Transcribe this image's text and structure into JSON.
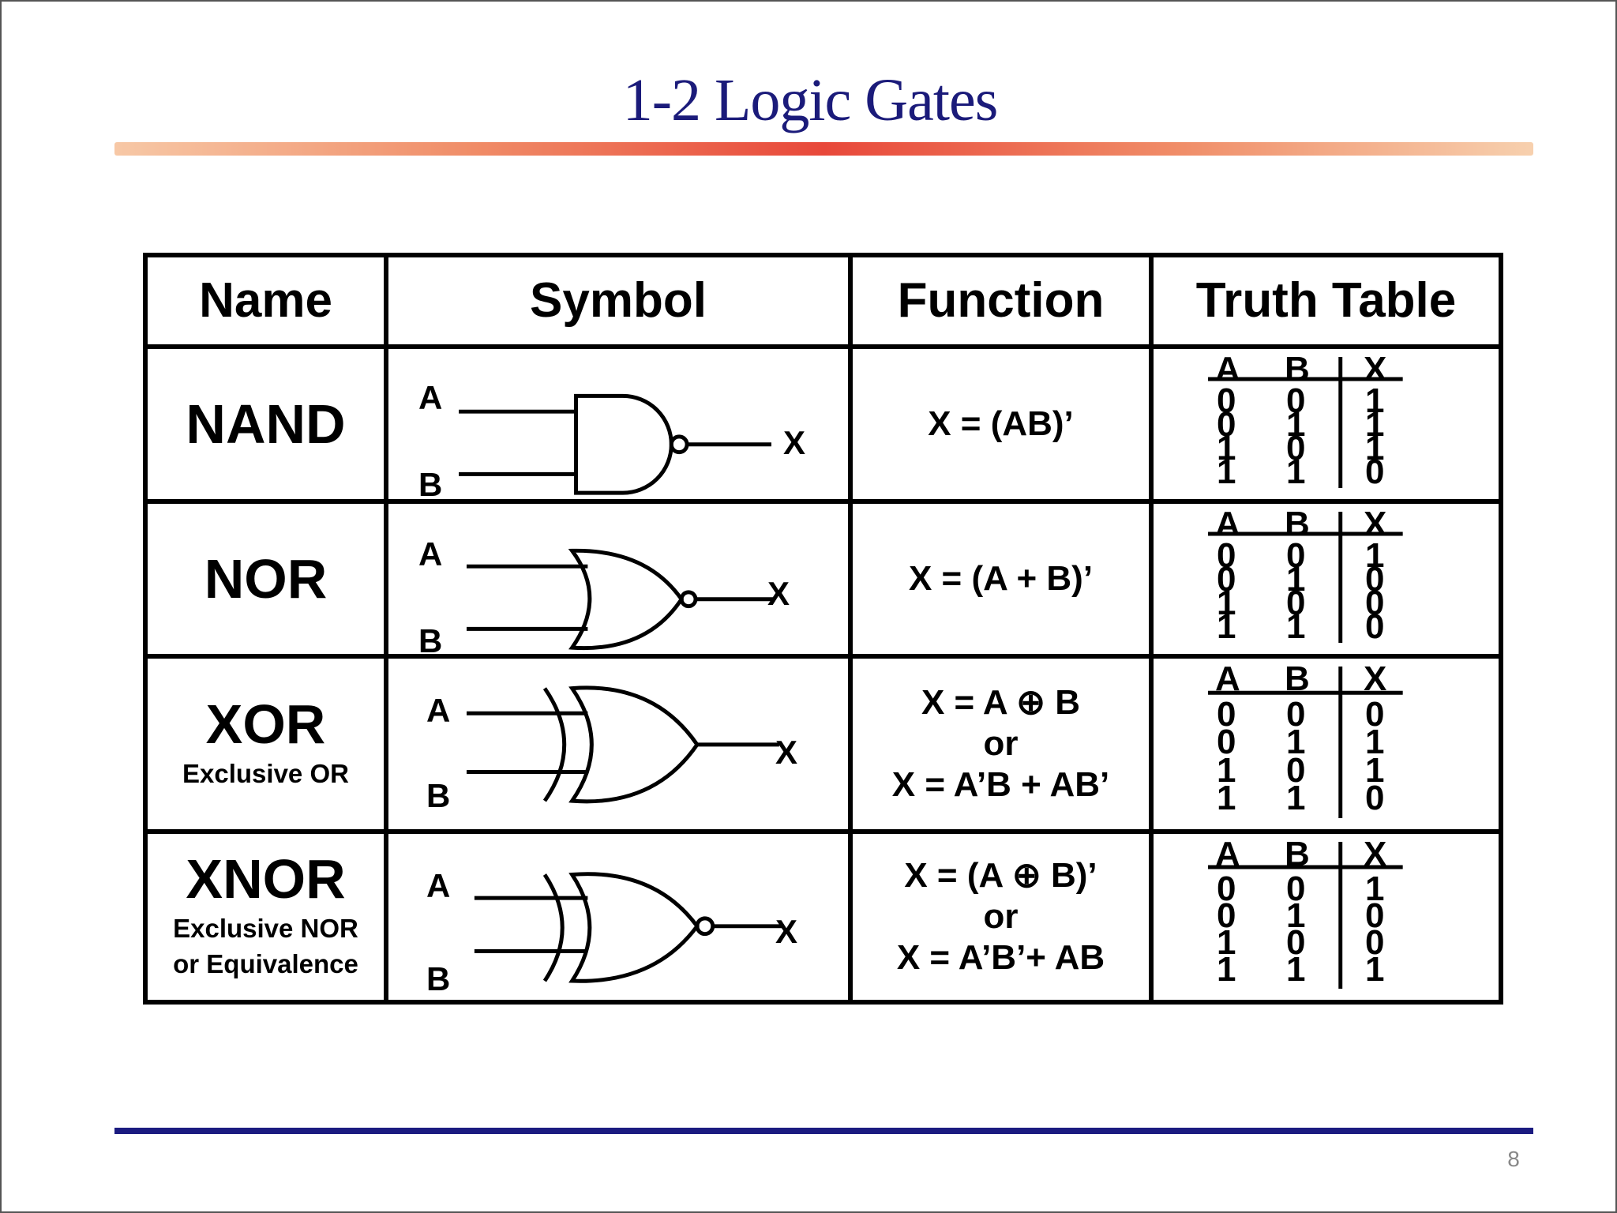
{
  "slide": {
    "title": "1-2 Logic Gates",
    "page_number": "8"
  },
  "table": {
    "headers": [
      "Name",
      "Symbol",
      "Function",
      "Truth Table"
    ],
    "rows": [
      {
        "name": "NAND",
        "subtitle": "",
        "symbol_icon": "nand-gate-icon",
        "input_a": "A",
        "input_b": "B",
        "output": "X",
        "function_lines": [
          "X = (AB)’"
        ],
        "truth_header": [
          "A",
          "B",
          "X"
        ],
        "truth_rows": [
          [
            "0",
            "0",
            "1"
          ],
          [
            "0",
            "1",
            "1"
          ],
          [
            "1",
            "0",
            "1"
          ],
          [
            "1",
            "1",
            "0"
          ]
        ]
      },
      {
        "name": "NOR",
        "subtitle": "",
        "symbol_icon": "nor-gate-icon",
        "input_a": "A",
        "input_b": "B",
        "output": "X",
        "function_lines": [
          "X = (A + B)’"
        ],
        "truth_header": [
          "A",
          "B",
          "X"
        ],
        "truth_rows": [
          [
            "0",
            "0",
            "1"
          ],
          [
            "0",
            "1",
            "0"
          ],
          [
            "1",
            "0",
            "0"
          ],
          [
            "1",
            "1",
            "0"
          ]
        ]
      },
      {
        "name": "XOR",
        "subtitle": "Exclusive OR",
        "symbol_icon": "xor-gate-icon",
        "input_a": "A",
        "input_b": "B",
        "output": "X",
        "function_lines": [
          "X = A ⊕ B",
          "or",
          "X = A’B + AB’"
        ],
        "truth_header": [
          "A",
          "B",
          "X"
        ],
        "truth_rows": [
          [
            "0",
            "0",
            "0"
          ],
          [
            "0",
            "1",
            "1"
          ],
          [
            "1",
            "0",
            "1"
          ],
          [
            "1",
            "1",
            "0"
          ]
        ]
      },
      {
        "name": "XNOR",
        "subtitle": "Exclusive NOR or Equivalence",
        "symbol_icon": "xnor-gate-icon",
        "input_a": "A",
        "input_b": "B",
        "output": "X",
        "function_lines": [
          "X = (A ⊕ B)’",
          "or",
          "X = A’B’+ AB"
        ],
        "truth_header": [
          "A",
          "B",
          "X"
        ],
        "truth_rows": [
          [
            "0",
            "0",
            "1"
          ],
          [
            "0",
            "1",
            "0"
          ],
          [
            "1",
            "0",
            "0"
          ],
          [
            "1",
            "1",
            "1"
          ]
        ]
      }
    ]
  },
  "colors": {
    "title": "#1b1b7a",
    "title_bar_center": "#e8483a",
    "footer_bar": "#1b1b80"
  }
}
